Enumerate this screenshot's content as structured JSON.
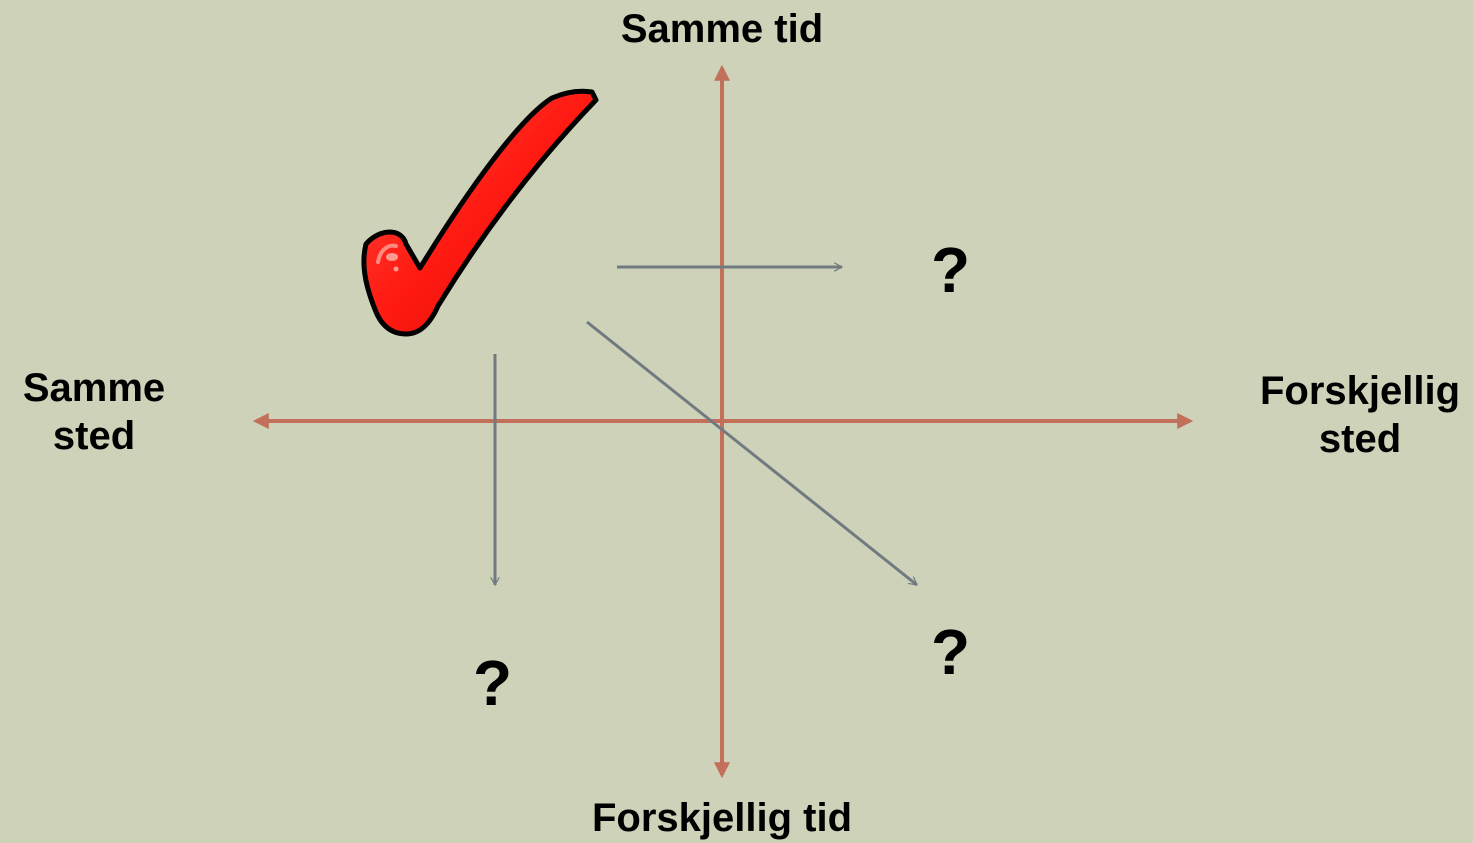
{
  "axes": {
    "top": "Samme tid",
    "bottom": "Forskjellig tid",
    "left_line1": "Samme",
    "left_line2": "sted",
    "right_line1": "Forskjellig",
    "right_line2": "sted",
    "axis_color": "#c2705a"
  },
  "quadrants": {
    "top_left": {
      "icon": "checkmark-icon",
      "color": "#ff1a12"
    },
    "top_right": {
      "mark": "?"
    },
    "bottom_left": {
      "mark": "?"
    },
    "bottom_right": {
      "mark": "?"
    }
  },
  "arrow_color": "#717a80",
  "background": "#cdd2b9"
}
